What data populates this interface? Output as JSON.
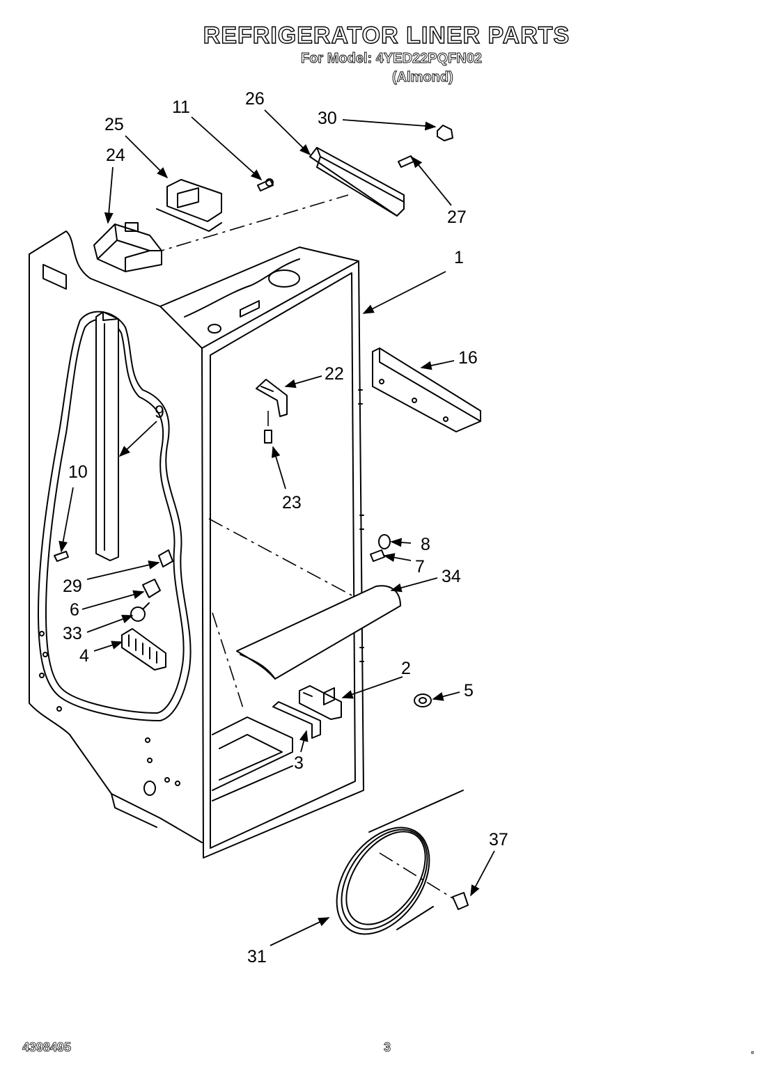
{
  "header": {
    "title": "REFRIGERATOR LINER PARTS",
    "model_line": "For Model: 4YED22PQFN02",
    "color_line": "(Almond)"
  },
  "footer": {
    "doc_number": "4398495",
    "page_number": "3",
    "dot": "."
  },
  "callouts": [
    "1",
    "2",
    "3",
    "4",
    "5",
    "6",
    "7",
    "8",
    "9",
    "10",
    "11",
    "16",
    "22",
    "23",
    "24",
    "25",
    "26",
    "27",
    "29",
    "30",
    "31",
    "33",
    "34",
    "37"
  ]
}
